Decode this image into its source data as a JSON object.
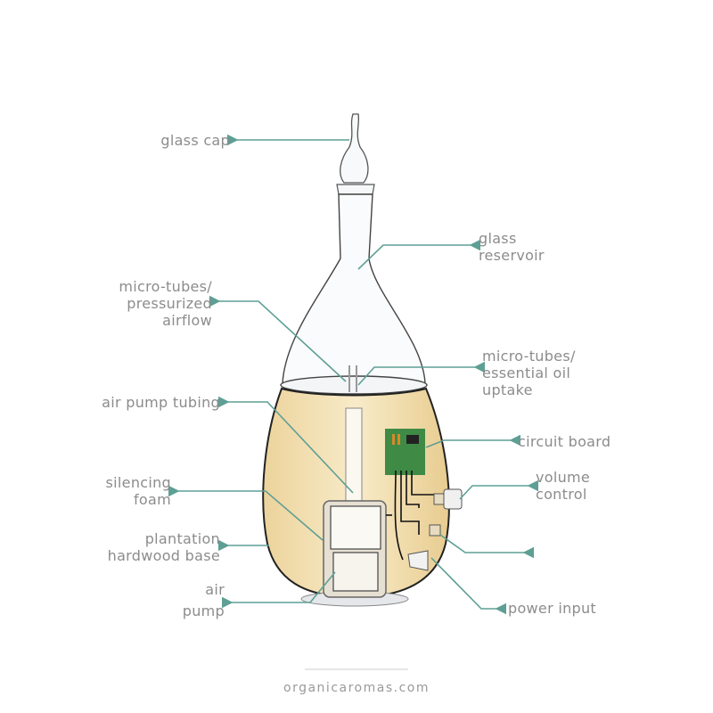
{
  "labels": {
    "glass_cap": "glass cap",
    "glass_reservoir": [
      "glass",
      "reservoir"
    ],
    "micro_tubes_airflow": [
      "micro-tubes/",
      "pressurized",
      "airflow"
    ],
    "micro_tubes_uptake": [
      "micro-tubes/",
      "essential oil",
      "uptake"
    ],
    "air_pump_tubing": "air pump tubing",
    "circuit_board": "circuit board",
    "silencing_foam": [
      "silencing",
      "foam"
    ],
    "volume_control": [
      "volume",
      "control"
    ],
    "hardwood_base": [
      "plantation",
      "hardwood base"
    ],
    "air_pump": [
      "air",
      "pump"
    ],
    "power_input": "power input"
  },
  "footer": {
    "website": "organicaromas.com"
  },
  "colors": {
    "leader_line": "#5e9f95",
    "label_text": "#8c8c8c",
    "wood": "#f3e2b8",
    "circuit_board": "#3f8a45"
  }
}
